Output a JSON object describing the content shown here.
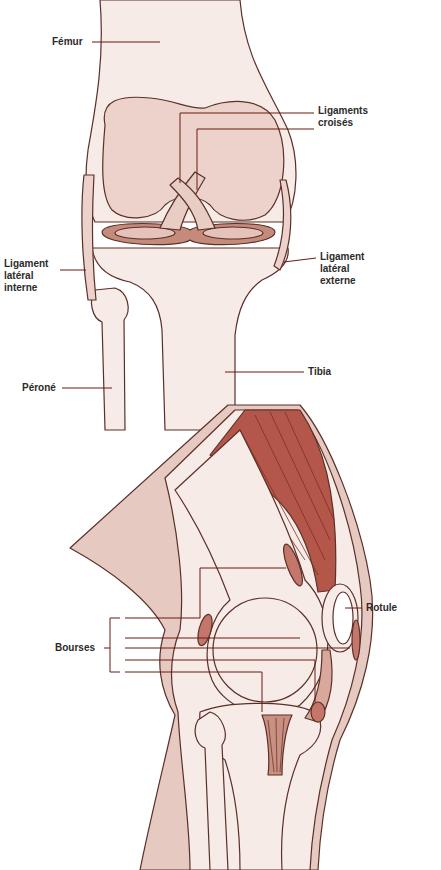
{
  "diagram": {
    "labels": [
      "Fémur",
      "Ligaments croisés",
      "Ligament latéral interne",
      "Ligament latéral externe",
      "Péroné",
      "Tibia",
      "Rotule",
      "Bourses"
    ]
  }
}
